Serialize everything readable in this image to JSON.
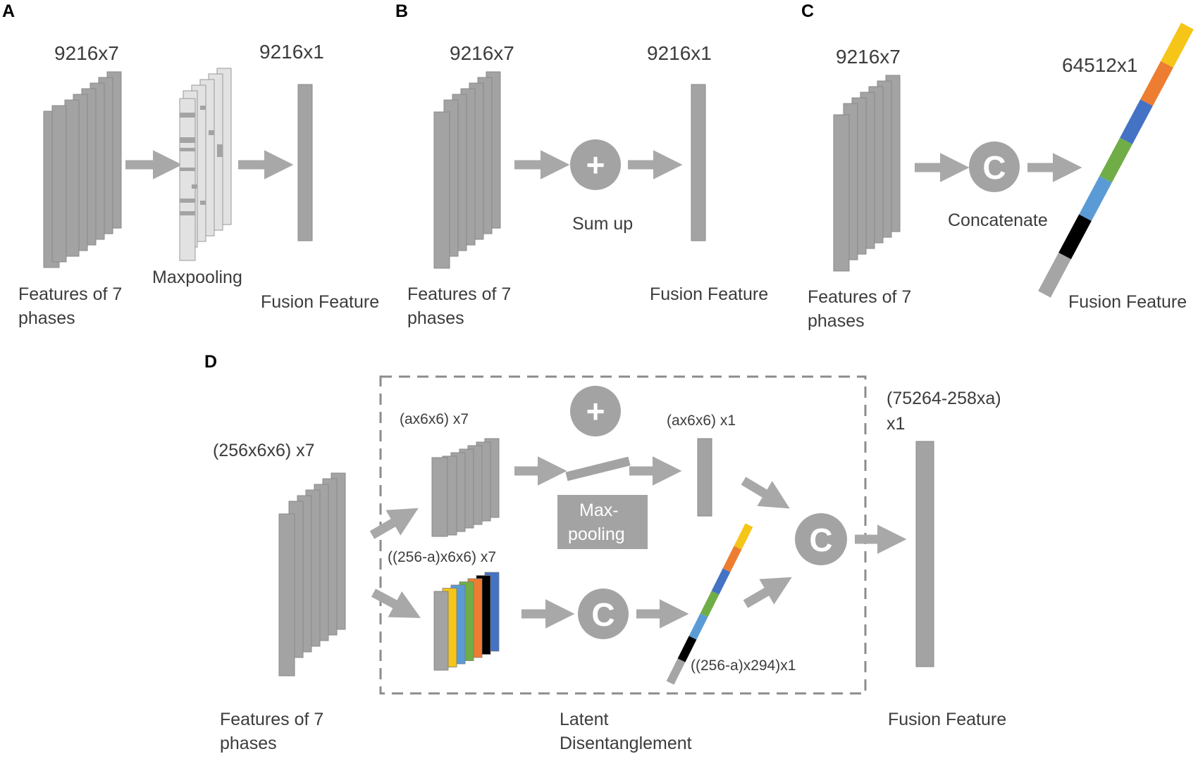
{
  "panels": {
    "A": {
      "letter": "A",
      "in_dim": "9216x7",
      "op_label": "Maxpooling",
      "out_dim": "9216x1",
      "in_caption_1": "Features of 7",
      "in_caption_2": "phases",
      "out_caption": "Fusion Feature"
    },
    "B": {
      "letter": "B",
      "in_dim": "9216x7",
      "op_symbol": "+",
      "op_label": "Sum up",
      "out_dim": "9216x1",
      "in_caption_1": "Features of 7",
      "in_caption_2": "phases",
      "out_caption": "Fusion Feature"
    },
    "C": {
      "letter": "C",
      "in_dim": "9216x7",
      "op_symbol": "C",
      "op_label": "Concatenate",
      "out_dim": "64512x1",
      "in_caption_1": "Features of 7",
      "in_caption_2": "phases",
      "out_caption": "Fusion Feature"
    },
    "D": {
      "letter": "D",
      "in_dim": "(256x6x6) x7",
      "upper_dim": "(ax6x6) x7",
      "upper_out_dim": "(ax6x6) x1",
      "plus_symbol": "+",
      "maxpool_label_1": "Max-",
      "maxpool_label_2": "pooling",
      "lower_dim": "((256-a)x6x6) x7",
      "lower_symbol": "C",
      "lower_out_dim": "((256-a)x294)x1",
      "final_symbol": "C",
      "out_dim_1": "(75264-258xa)",
      "out_dim_2": "x1",
      "in_caption_1": "Features of 7",
      "in_caption_2": "phases",
      "mid_caption_1": "Latent",
      "mid_caption_2": "Disentanglement",
      "out_caption": "Fusion Feature"
    }
  },
  "colors": {
    "bar_fill": "#a3a3a3",
    "bar_stroke": "#8a8a8a",
    "arrow": "#a8a8a8",
    "circle": "#a3a3a3",
    "maxpool_light": "#dcdcdc",
    "dashed_box": "#8c8c8c",
    "segment_colors": [
      "#f5c518",
      "#ed7d31",
      "#4472c4",
      "#70ad47",
      "#5b9bd5",
      "#000000",
      "#a5a5a5"
    ]
  }
}
